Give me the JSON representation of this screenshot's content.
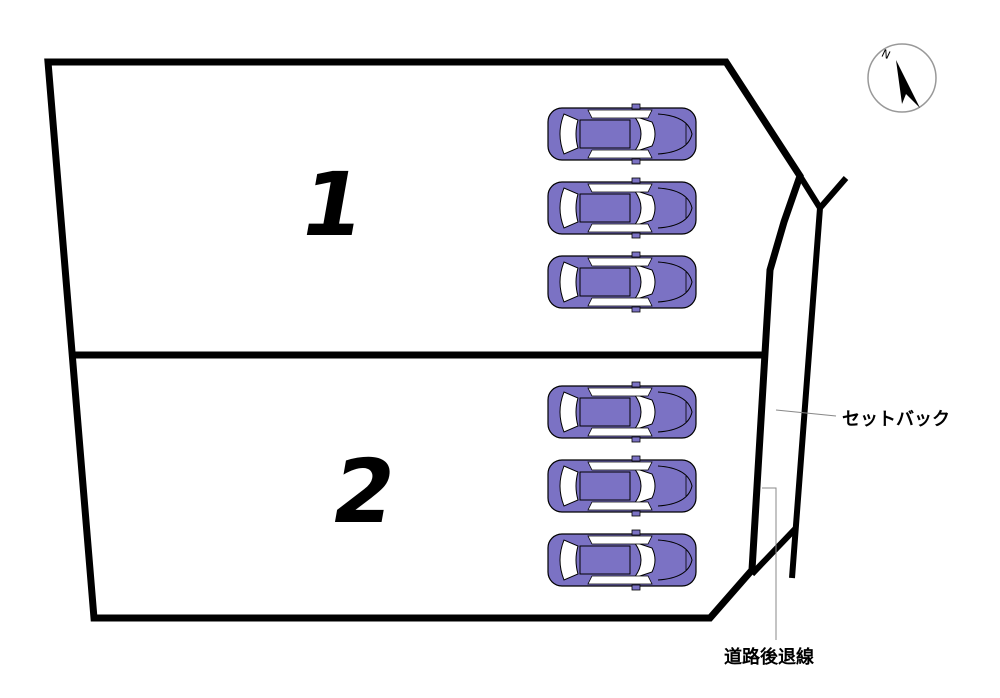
{
  "lots": [
    {
      "number": "1",
      "parking_spaces": 3
    },
    {
      "number": "2",
      "parking_spaces": 3
    }
  ],
  "labels": {
    "setback": "セットバック",
    "road_line": "道路後退線"
  },
  "compass": {
    "north": "N"
  },
  "colors": {
    "car_body": "#7b72c4",
    "car_glass": "#ffffff",
    "outline": "#000000"
  }
}
